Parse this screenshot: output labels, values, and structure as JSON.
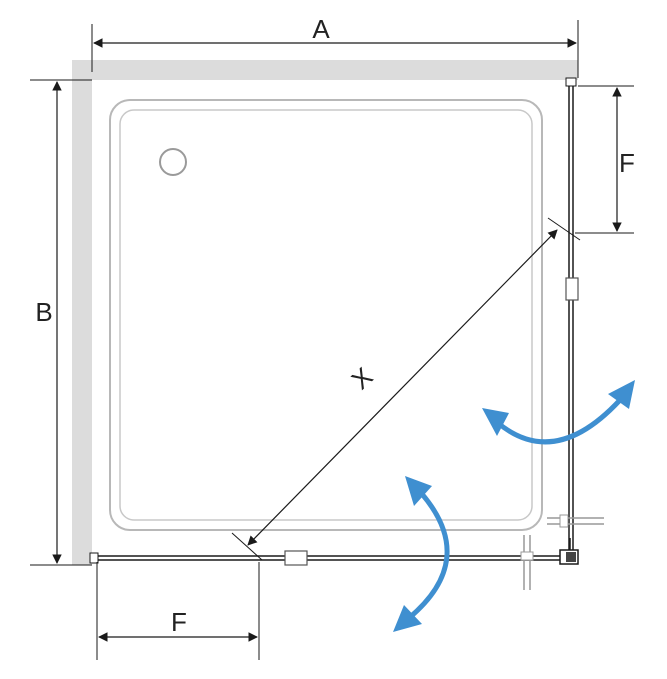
{
  "labels": {
    "width": "A",
    "depth": "B",
    "door_opening_right": "F",
    "door_opening_bottom": "F",
    "diagonal": "X"
  },
  "colors": {
    "wall": "#dcdcdc",
    "line": "#1a1a1a",
    "tray": "#b8b8b8",
    "arrow": "#3f8fd0",
    "background": "#ffffff"
  },
  "icons": {
    "drain": "drain-icon",
    "hinge": "hinge-icon",
    "handle": "handle-icon",
    "swing_arrow": "curved-double-arrow-icon"
  }
}
